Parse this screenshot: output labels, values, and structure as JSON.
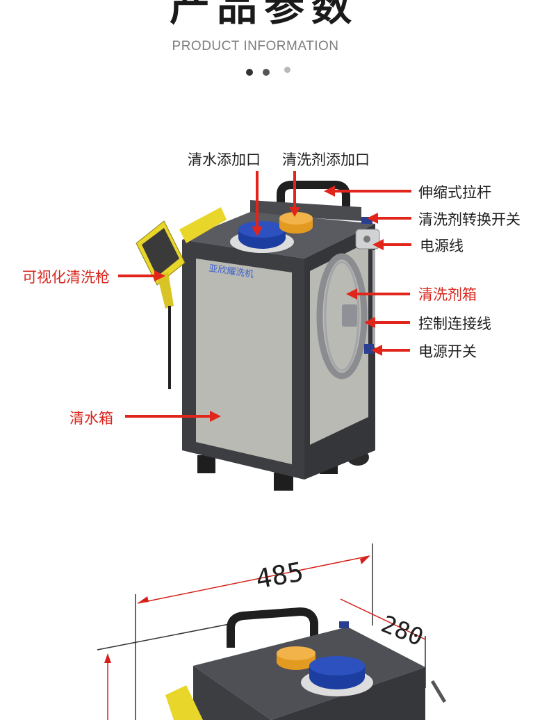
{
  "header": {
    "title": "产品参数",
    "subtitle": "PRODUCT INFORMATION"
  },
  "colors": {
    "arrow": "#e1251b",
    "label_dark": "#1f1f1f",
    "label_red": "#d8261d",
    "body_frame": "#3d3e42",
    "panel_grey": "#b9bab3",
    "gun_yellow": "#e8d62a",
    "cap_blue": "#1c3ea0",
    "cap_orange": "#e39a20"
  },
  "labels": {
    "water_inlet": "清水添加口",
    "detergent_inlet": "清洗剂添加口",
    "handle": "伸缩式拉杆",
    "detergent_switch": "清洗剂转换开关",
    "power_cable": "电源线",
    "visual_gun": "可视化清洗枪",
    "detergent_tank": "清洗剂箱",
    "control_cable": "控制连接线",
    "power_switch": "电源开关",
    "water_tank": "清水箱"
  },
  "dimensions": {
    "width": "485",
    "depth": "280"
  },
  "brand_text": "亚欣耀洗机"
}
